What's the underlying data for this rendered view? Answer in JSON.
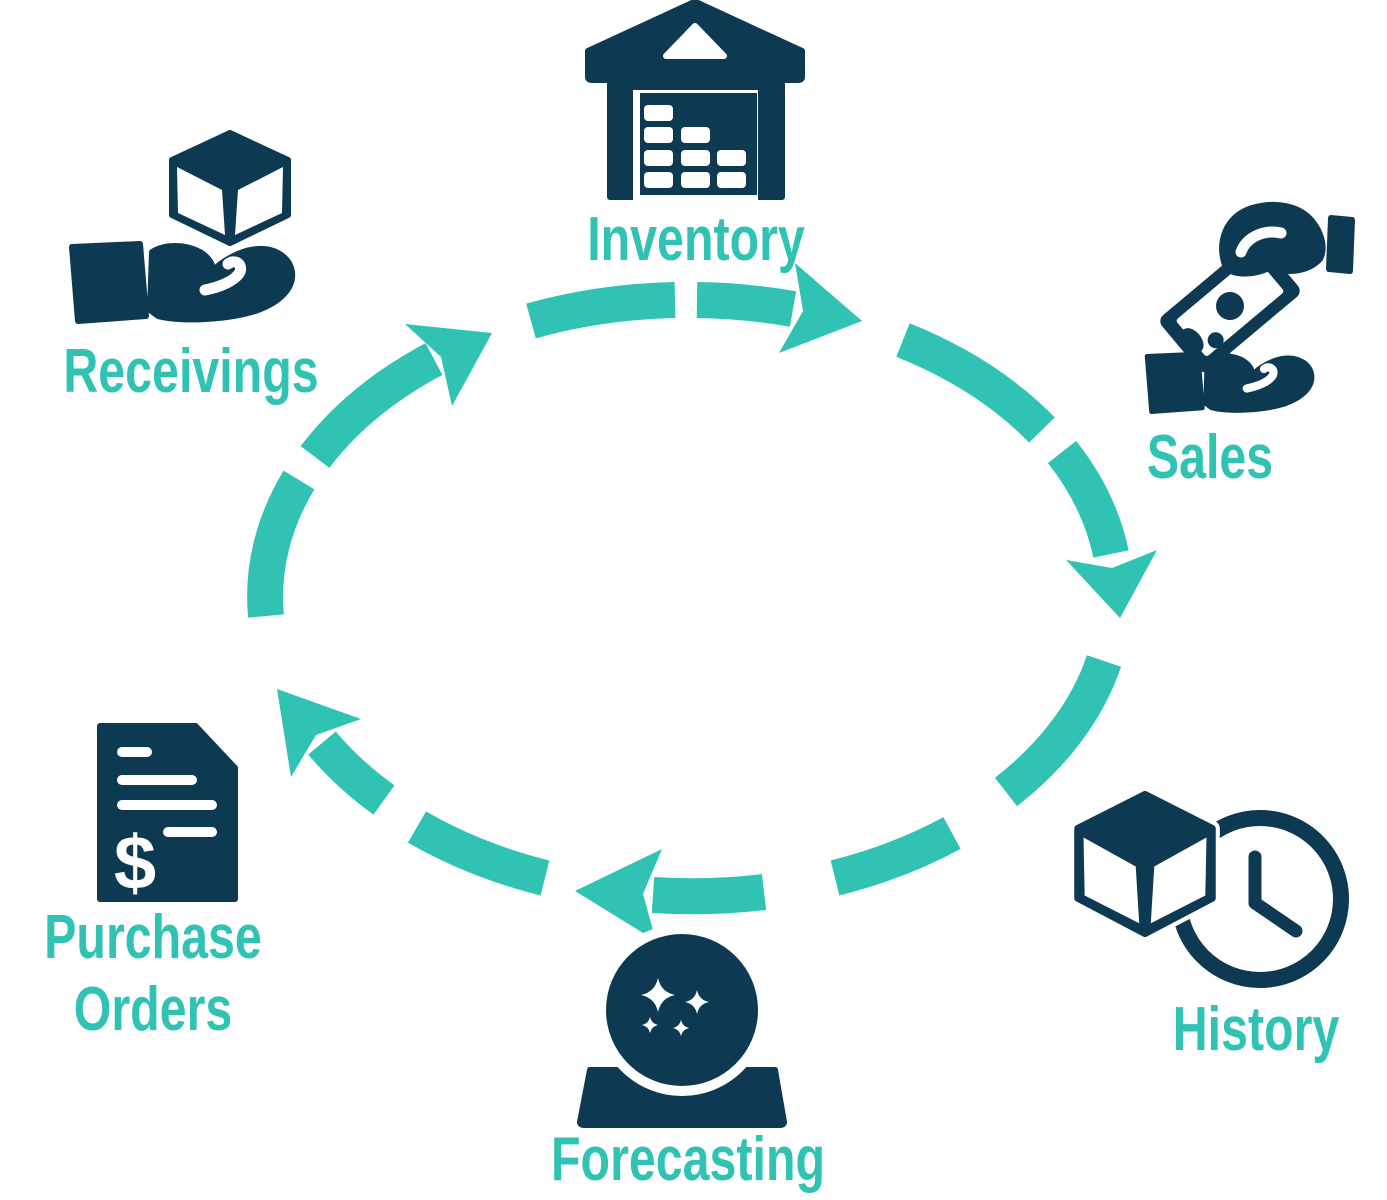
{
  "colors": {
    "teal": "#30c3b3",
    "navy": "#0d3a52",
    "background": "#ffffff"
  },
  "diagram": {
    "type": "cycle",
    "direction": "clockwise",
    "nodes": [
      {
        "id": "inventory",
        "label": "Inventory",
        "icon": "warehouse-icon"
      },
      {
        "id": "sales",
        "label": "Sales",
        "icon": "hand-receiving-money-icon"
      },
      {
        "id": "history",
        "label": "History",
        "icon": "box-with-clock-icon"
      },
      {
        "id": "forecasting",
        "label": "Forecasting",
        "icon": "crystal-ball-icon"
      },
      {
        "id": "purchase_orders",
        "label": "Purchase Orders",
        "line1": "Purchase",
        "line2": "Orders",
        "currency_symbol": "$",
        "icon": "purchase-order-document-icon"
      },
      {
        "id": "receivings",
        "label": "Receivings",
        "icon": "hand-receiving-box-icon"
      }
    ]
  }
}
